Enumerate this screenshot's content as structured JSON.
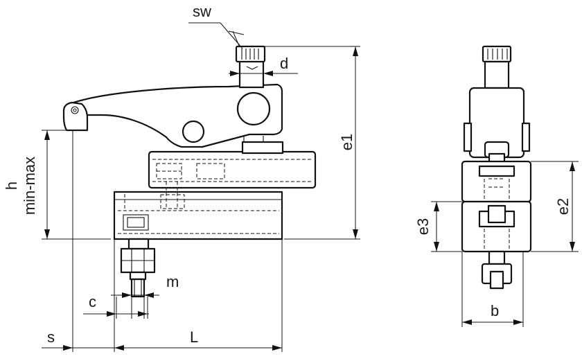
{
  "labels": {
    "sw": "sw",
    "d": "d",
    "e1": "e1",
    "h": "h",
    "minmax": "min-max",
    "e2": "e2",
    "e3": "e3",
    "m": "m",
    "c": "c",
    "s": "s",
    "L": "L",
    "b": "b"
  }
}
